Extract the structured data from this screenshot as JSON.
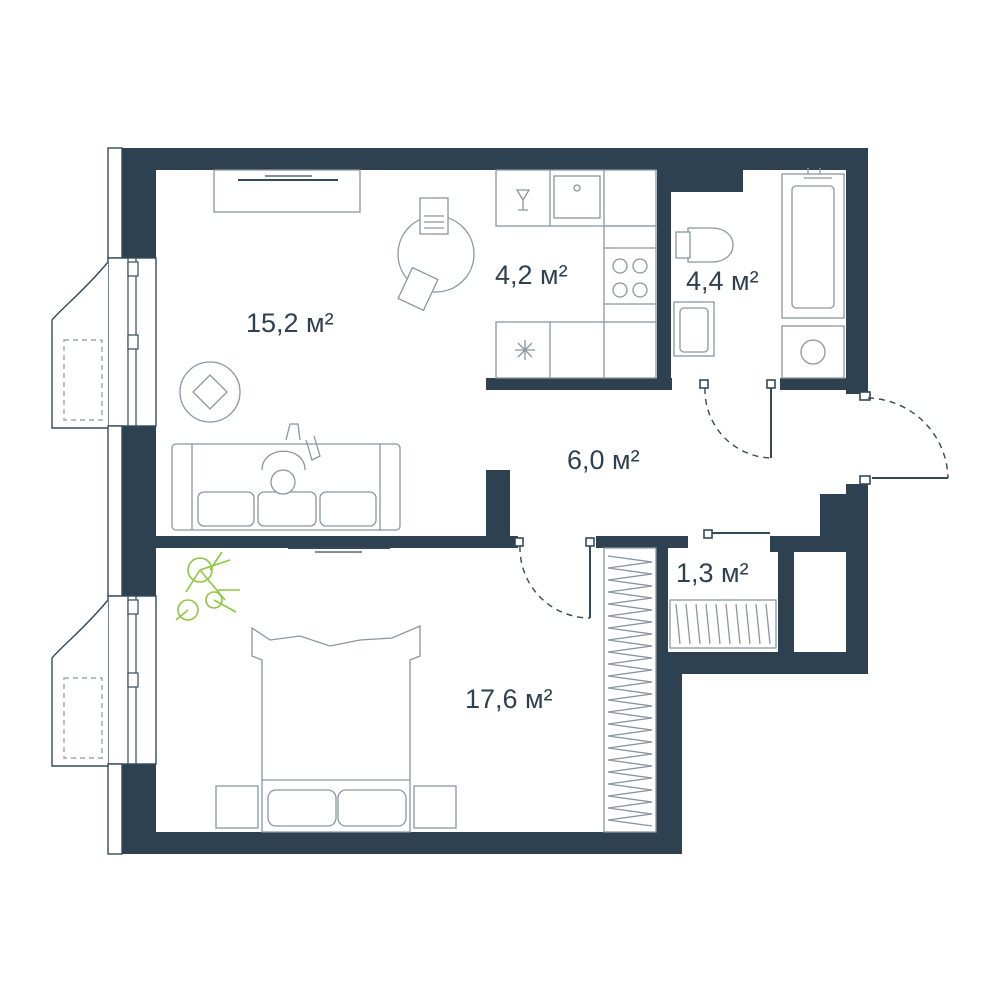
{
  "floor_plan": {
    "wall_color": "#2e4150",
    "plant_color": "#8dc63f",
    "rooms": [
      {
        "id": "living-room",
        "area": "15,2 м²"
      },
      {
        "id": "kitchen",
        "area": "4,2 м²"
      },
      {
        "id": "bathroom",
        "area": "4,4 м²"
      },
      {
        "id": "hallway",
        "area": "6,0 м²"
      },
      {
        "id": "storage",
        "area": "1,3 м²"
      },
      {
        "id": "bedroom",
        "area": "17,6 м²"
      }
    ]
  }
}
